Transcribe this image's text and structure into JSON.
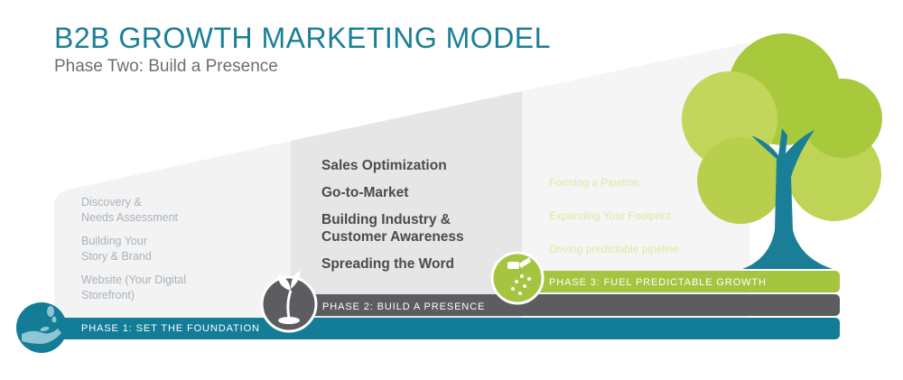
{
  "header": {
    "title": "B2B GROWTH MARKETING MODEL",
    "subtitle": "Phase Two: Build a Presence"
  },
  "phases": [
    {
      "label": "PHASE 1: SET THE FOUNDATION",
      "color": "#137c96",
      "items": [
        "Discovery &\nNeeds Assessment",
        "Building Your\nStory & Brand",
        "Website (Your Digital\nStorefront)"
      ]
    },
    {
      "label": "PHASE 2: BUILD A PRESENCE",
      "color": "#5c5d60",
      "items": [
        "Sales Optimization",
        "Go-to-Market",
        "Building Industry &\nCustomer Awareness",
        "Spreading the Word"
      ]
    },
    {
      "label": "PHASE 3: FUEL PREDICTABLE GROWTH",
      "color": "#a5c440",
      "items": [
        "Forming a Pipeline",
        "Expanding Your Footprint",
        "Driving predictable pipeline"
      ]
    }
  ],
  "icons": {
    "phase1": "hand-seed-icon",
    "phase2": "sprout-icon",
    "phase3": "watering-can-icon",
    "tree": "tree-icon"
  },
  "colors": {
    "title": "#1a7f96",
    "subtitle": "#6d6e70",
    "phase1_panel": "#f3f3f3",
    "phase2_panel": "#e6e6e7",
    "phase3_panel": "#f5f5f5",
    "tree_leaves": "#a9c93c",
    "tree_trunk": "#1a7f96"
  }
}
